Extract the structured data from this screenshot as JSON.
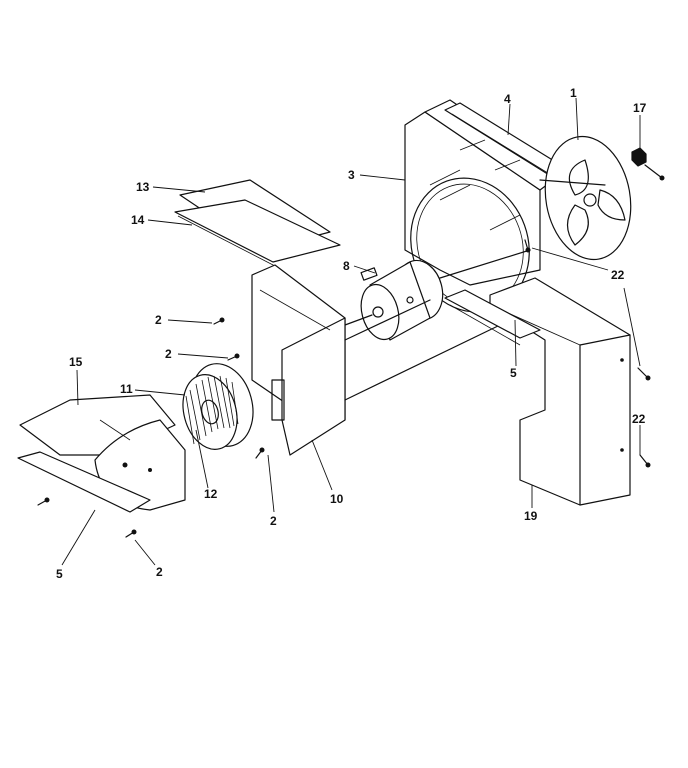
{
  "diagram": {
    "callouts": [
      {
        "id": "c1",
        "label": "1"
      },
      {
        "id": "c2a",
        "label": "2"
      },
      {
        "id": "c2b",
        "label": "2"
      },
      {
        "id": "c2c",
        "label": "2"
      },
      {
        "id": "c2d",
        "label": "2"
      },
      {
        "id": "c3",
        "label": "3"
      },
      {
        "id": "c4",
        "label": "4"
      },
      {
        "id": "c5a",
        "label": "5"
      },
      {
        "id": "c5b",
        "label": "5"
      },
      {
        "id": "c8",
        "label": "8"
      },
      {
        "id": "c10",
        "label": "10"
      },
      {
        "id": "c11",
        "label": "11"
      },
      {
        "id": "c12",
        "label": "12"
      },
      {
        "id": "c13",
        "label": "13"
      },
      {
        "id": "c14",
        "label": "14"
      },
      {
        "id": "c15",
        "label": "15"
      },
      {
        "id": "c17",
        "label": "17"
      },
      {
        "id": "c19",
        "label": "19"
      },
      {
        "id": "c22a",
        "label": "22"
      },
      {
        "id": "c22b",
        "label": "22"
      }
    ]
  }
}
